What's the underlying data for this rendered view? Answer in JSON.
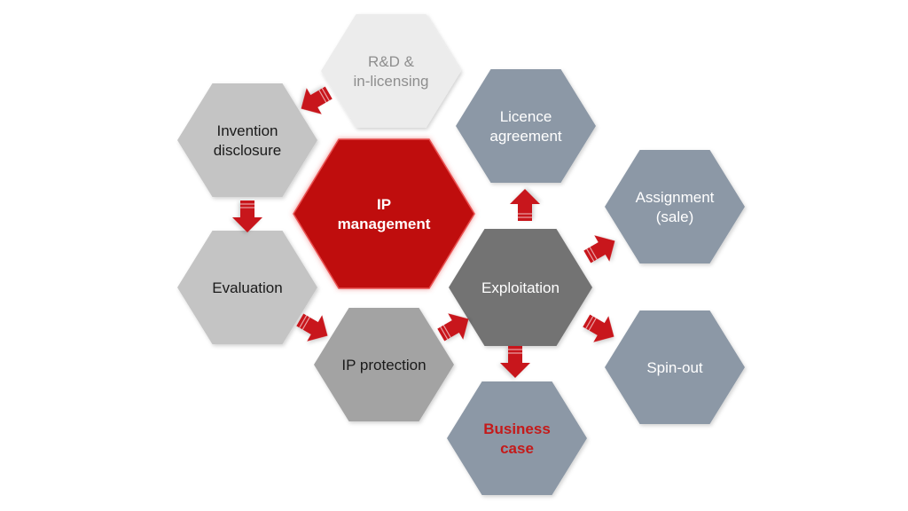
{
  "colors": {
    "light": "#ececec",
    "light_text": "#8e8e8e",
    "grey": "#c4c4c4",
    "grey_text": "#1a1a1a",
    "mid": "#a3a3a3",
    "dark": "#737373",
    "slate": "#8c98a6",
    "red": "#bf1010",
    "arrow": "#c8181a",
    "white": "#ffffff",
    "accent_text": "#c41a1a"
  },
  "nodes": [
    {
      "id": "rd",
      "lines": [
        "R&D &",
        "in-licensing"
      ]
    },
    {
      "id": "invention",
      "lines": [
        "Invention",
        "disclosure"
      ]
    },
    {
      "id": "ip-management",
      "lines": [
        "IP",
        "management"
      ]
    },
    {
      "id": "evaluation",
      "lines": [
        "Evaluation"
      ]
    },
    {
      "id": "ip-protection",
      "lines": [
        "IP protection"
      ]
    },
    {
      "id": "exploitation",
      "lines": [
        "Exploitation"
      ]
    },
    {
      "id": "licence",
      "lines": [
        "Licence",
        "agreement"
      ]
    },
    {
      "id": "assignment",
      "lines": [
        "Assignment",
        "(sale)"
      ]
    },
    {
      "id": "spin-out",
      "lines": [
        "Spin-out"
      ]
    },
    {
      "id": "business-case",
      "lines": [
        "Business",
        "case"
      ]
    }
  ]
}
